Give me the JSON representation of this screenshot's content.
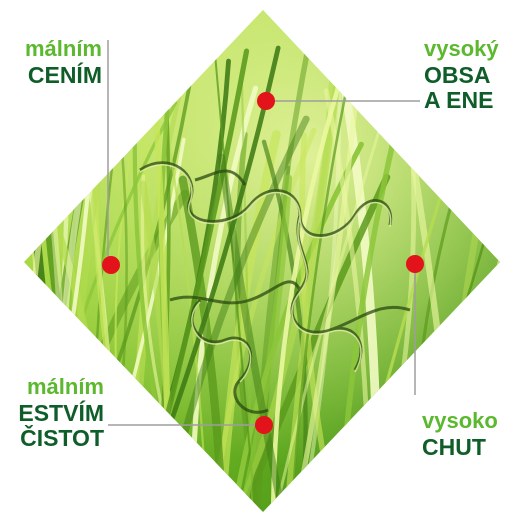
{
  "labels": {
    "top_left": {
      "line1": "málním",
      "line2": "CENÍM"
    },
    "top_right": {
      "line1": "vysoký",
      "line2": "OBSA",
      "line3": "A ENE"
    },
    "bottom_left": {
      "line1": "málním",
      "line2": "ESTVÍM",
      "line3": "ČISTOT"
    },
    "bottom_right": {
      "line1": "vysoko",
      "line2": "CHUT"
    }
  },
  "colors": {
    "accent_light": "#5cb82e",
    "accent_dark": "#0f5e2a",
    "marker": "#e3131b",
    "leader": "#9e9e9e"
  },
  "icons": [
    "puzzle-piece-icon"
  ]
}
